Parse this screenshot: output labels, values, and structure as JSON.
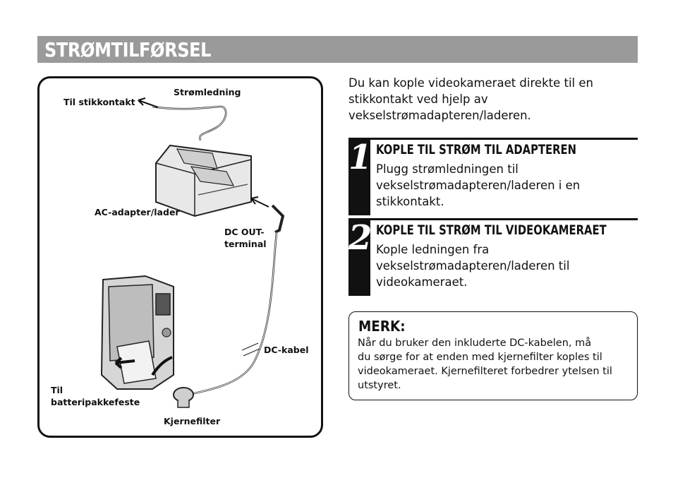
{
  "page": {
    "title": "STRØMTILFØRSEL"
  },
  "figure": {
    "labels": {
      "to_outlet": "Til stikkontakt",
      "power_cord": "Strømledning",
      "ac_adapter": "AC-adapter/lader",
      "dc_out_line1": "DC OUT-",
      "dc_out_line2": "terminal",
      "dc_cable": "DC-kabel",
      "battery_mount_line1": "Til",
      "battery_mount_line2": "batteripakkefeste",
      "core_filter": "Kjernefilter"
    }
  },
  "intro": {
    "line1": "Du kan kople videokameraet direkte til en",
    "line2": "stikkontakt ved hjelp av",
    "line3": "vekselstrømadapteren/laderen."
  },
  "steps": [
    {
      "number": "1",
      "heading": "KOPLE TIL STRØM TIL ADAPTEREN",
      "line1": "Plugg strømledningen til",
      "line2": "vekselstrømadapteren/laderen i en",
      "line3": "stikkontakt."
    },
    {
      "number": "2",
      "heading": "KOPLE TIL STRØM TIL VIDEOKAMERAET",
      "line1": "Kople ledningen fra",
      "line2": "vekselstrømadapteren/laderen til",
      "line3": "videokameraet."
    }
  ],
  "note": {
    "title": "MERK:",
    "line1": "Når du bruker den inkluderte DC-kabelen, må",
    "line2": "du sørge for at enden med kjernefilter koples til",
    "line3": "videokameraet. Kjernefilteret forbedrer ytelsen til",
    "line4": "utstyret."
  }
}
